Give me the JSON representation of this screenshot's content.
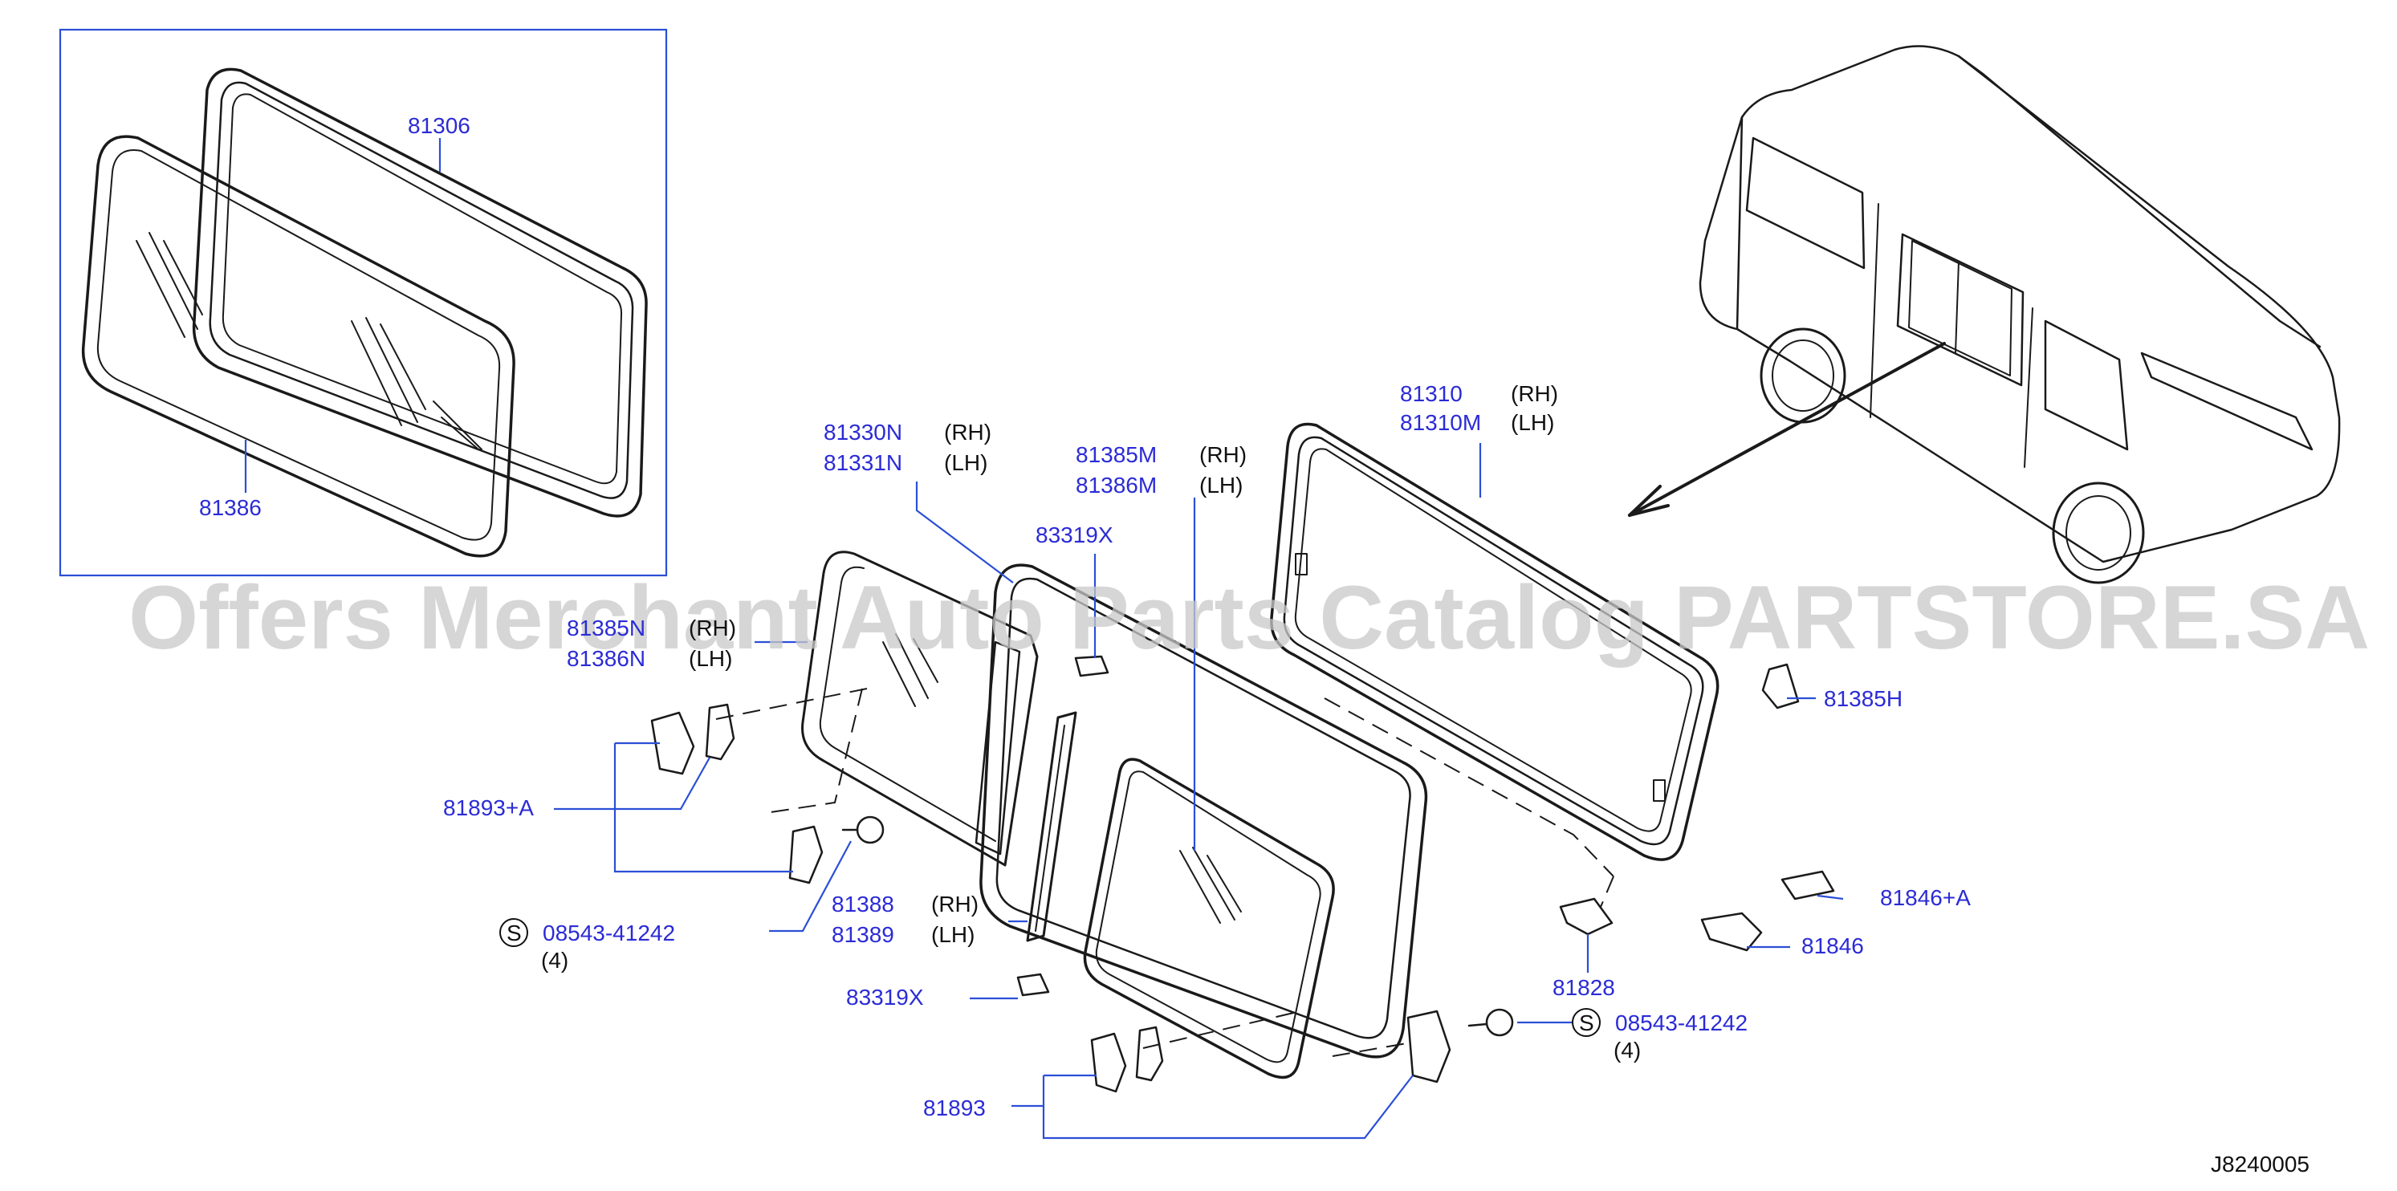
{
  "diagram_id": "J8240005",
  "watermark": "Offers Merchant Auto Parts Catalog PARTSTORE.SA",
  "colors": {
    "part_number": "#2b2bd6",
    "leader": "#2b4fd6",
    "ink": "#1a1a1a",
    "watermark": "#c9c9c9"
  },
  "side_labels": {
    "rh": "(RH)",
    "lh": "(LH)"
  },
  "standard_part_symbol": "S",
  "parts": {
    "p81306": "81306",
    "p81386": "81386",
    "p81310": "81310",
    "p81310M": "81310M",
    "p81330N": "81330N",
    "p81331N": "81331N",
    "p81385M": "81385M",
    "p81386M": "81386M",
    "p83319X_top": "83319X",
    "p81385N": "81385N",
    "p81386N": "81386N",
    "p81385H": "81385H",
    "p81893A": "81893+A",
    "p81388": "81388",
    "p81389": "81389",
    "p08543_left": "08543-41242",
    "qty_left": "(4)",
    "p83319X_bottom": "83319X",
    "p81846A": "81846+A",
    "p81846": "81846",
    "p81828": "81828",
    "p08543_right": "08543-41242",
    "qty_right": "(4)",
    "p81893": "81893"
  }
}
